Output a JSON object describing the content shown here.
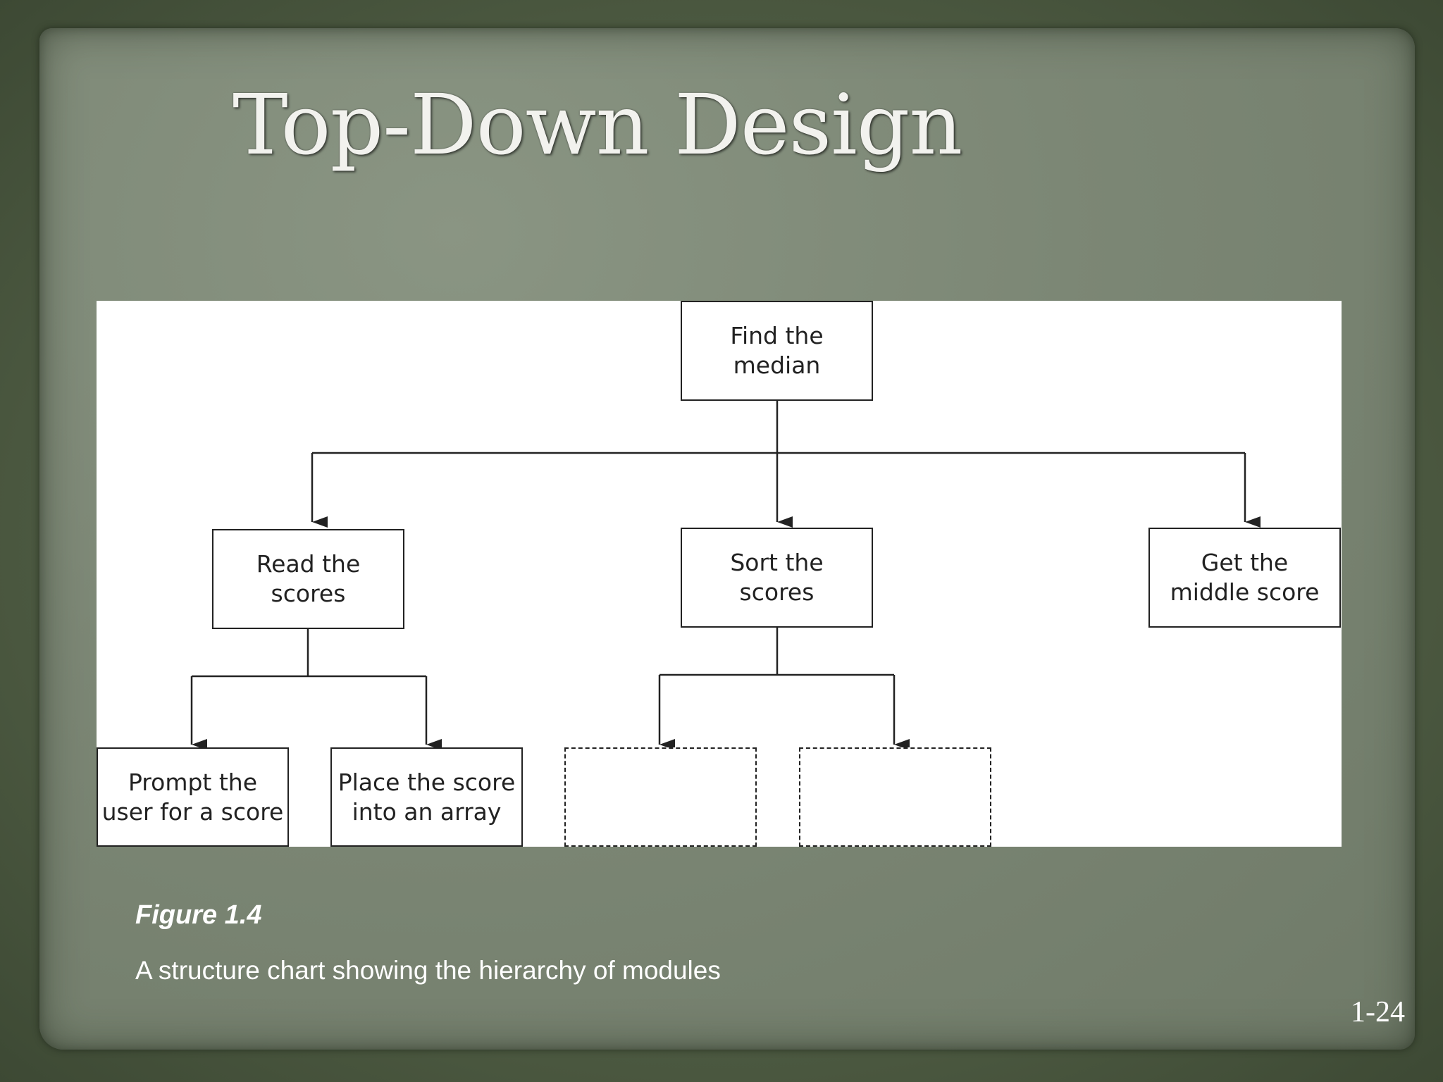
{
  "slide": {
    "title": "Top-Down Design",
    "figure_label": "Figure 1.4",
    "figure_caption": "A structure chart showing the hierarchy of modules",
    "page_number": "1-24"
  },
  "colors": {
    "background": "#4d5a43",
    "paper": "#7c8775",
    "panel": "#ffffff",
    "text_light": "#ffffff",
    "box_stroke": "#222222"
  },
  "structure_chart": {
    "root": {
      "id": "find-median",
      "label": "Find the\nmedian"
    },
    "level1": [
      {
        "id": "read-scores",
        "label": "Read the\nscores"
      },
      {
        "id": "sort-scores",
        "label": "Sort the\nscores"
      },
      {
        "id": "get-middle",
        "label": "Get the\nmiddle score"
      }
    ],
    "level2": [
      {
        "id": "prompt-user",
        "label": "Prompt the\nuser for a score",
        "parent": "read-scores",
        "dashed": false
      },
      {
        "id": "place-score",
        "label": "Place the score\ninto an array",
        "parent": "read-scores",
        "dashed": false
      },
      {
        "id": "sort-sub-1",
        "label": "",
        "parent": "sort-scores",
        "dashed": true
      },
      {
        "id": "sort-sub-2",
        "label": "",
        "parent": "sort-scores",
        "dashed": true
      }
    ]
  }
}
